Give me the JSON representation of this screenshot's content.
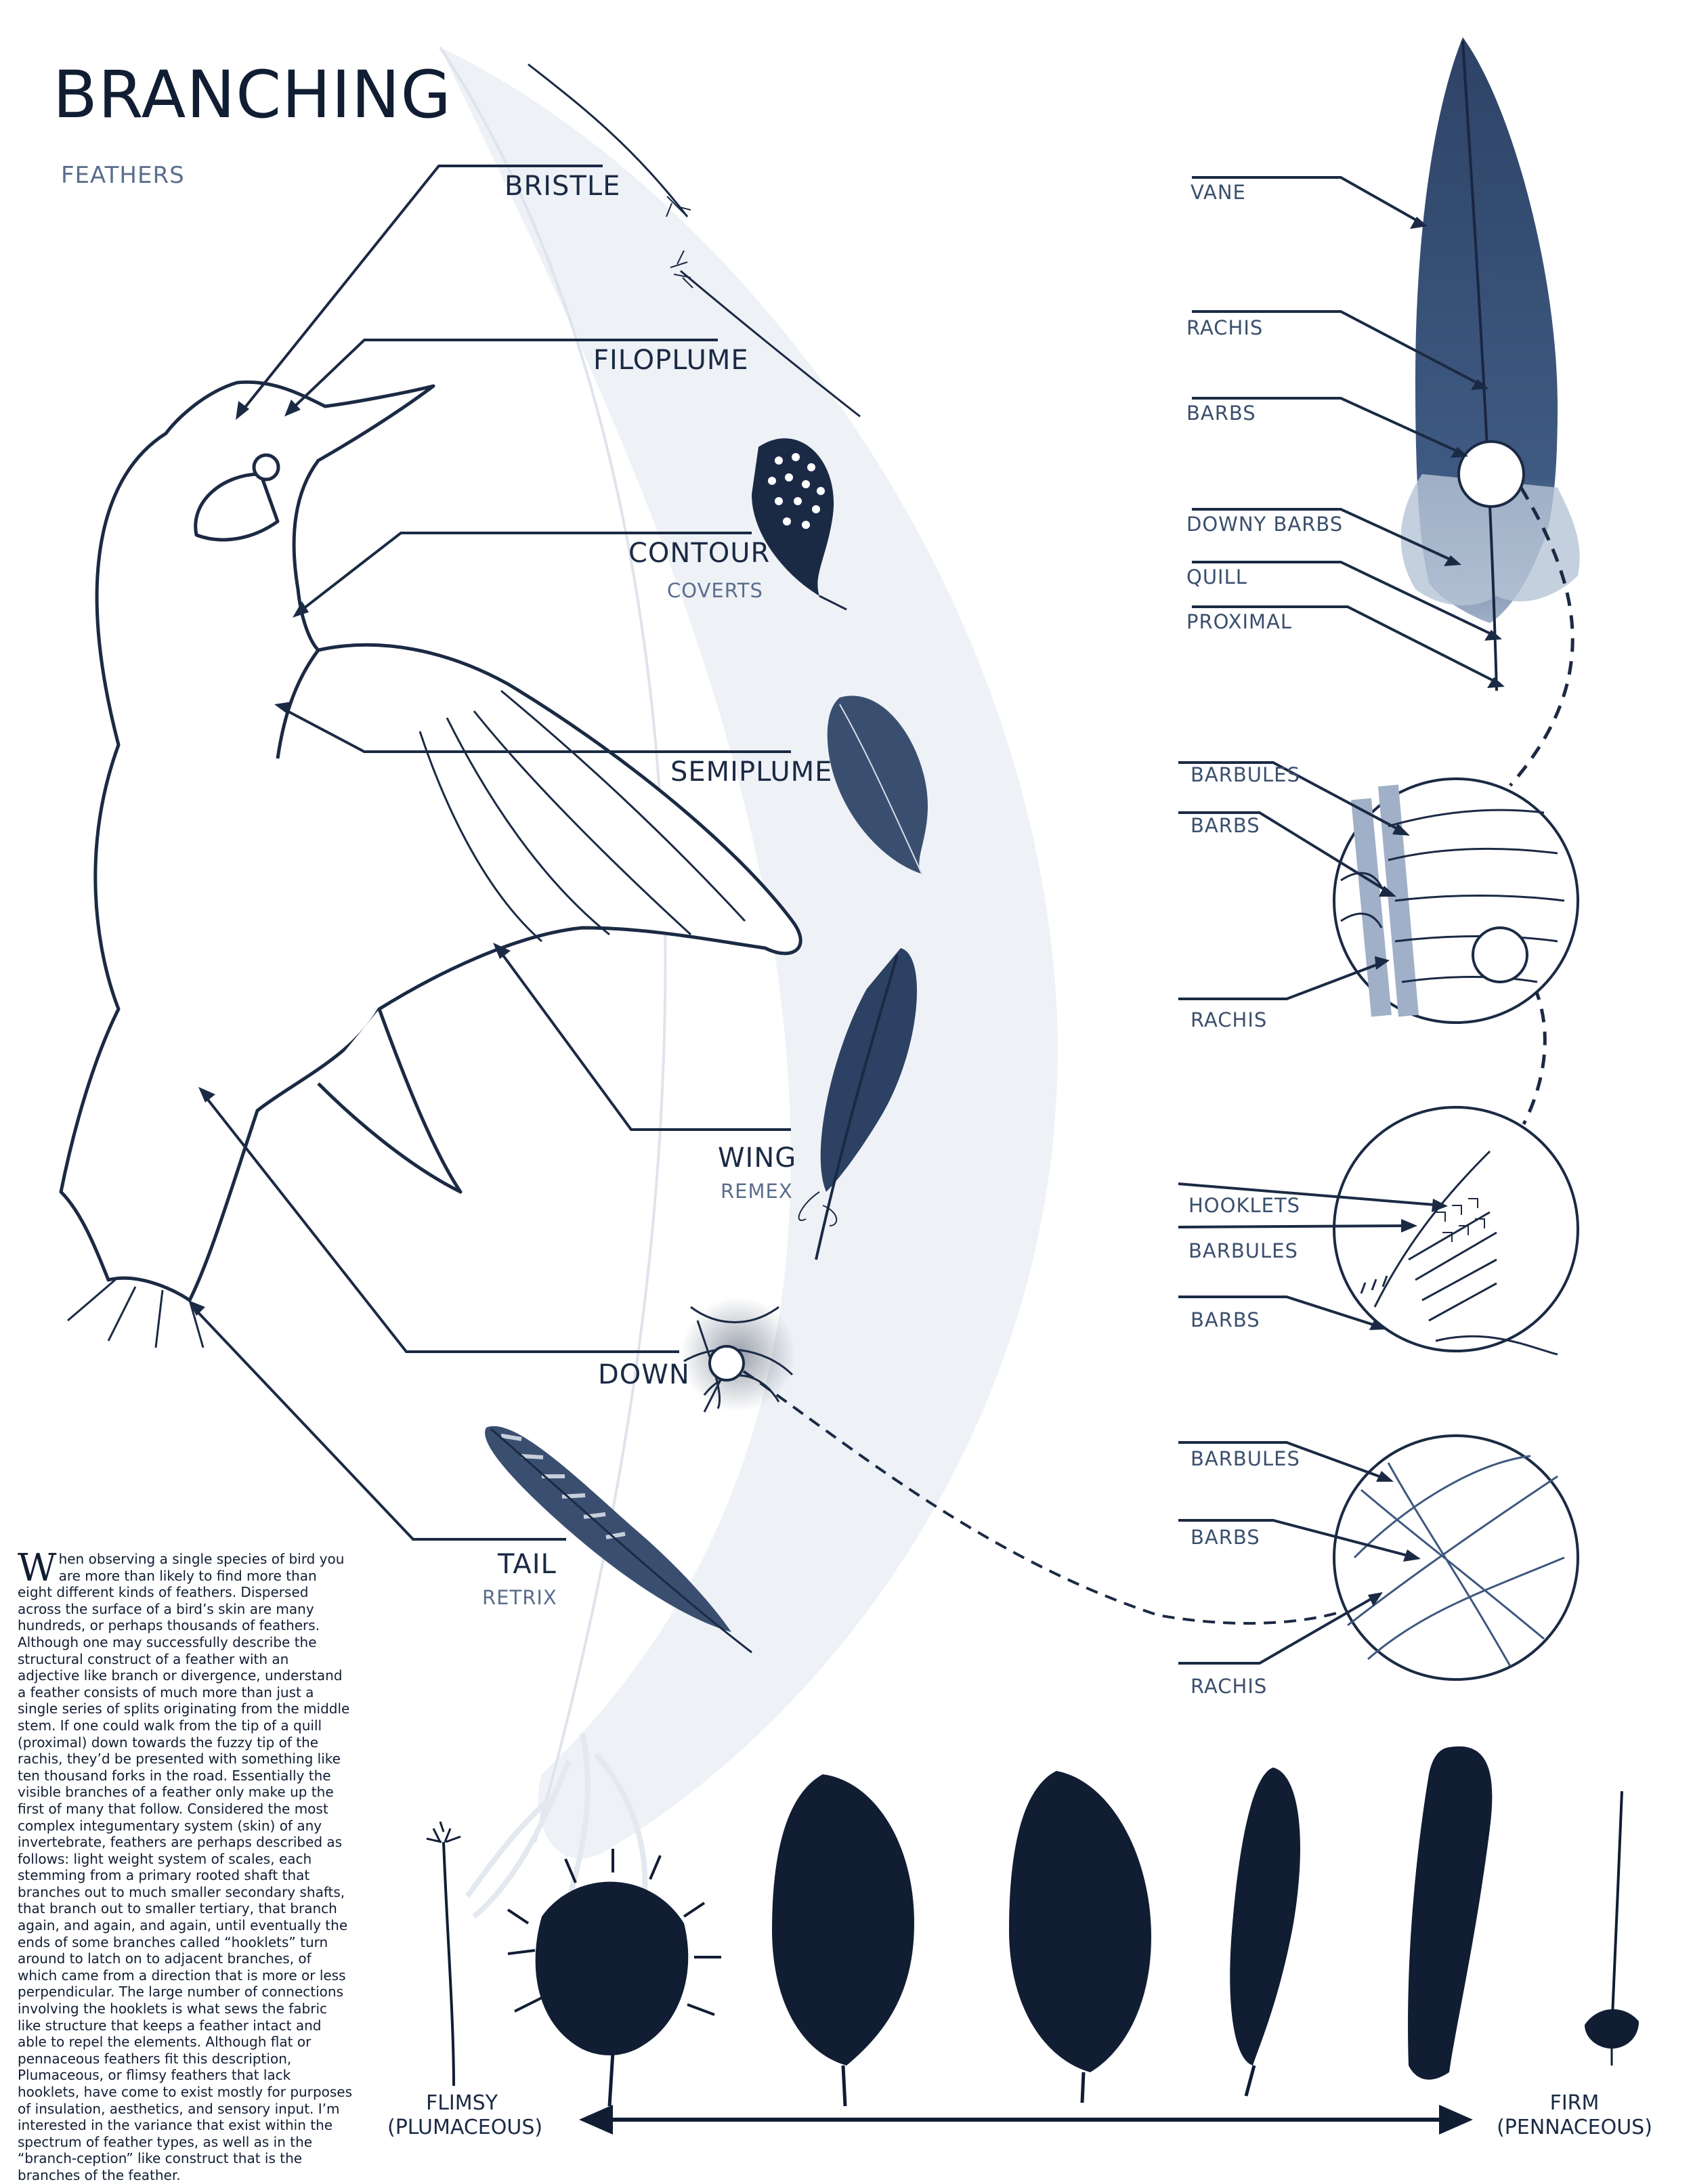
{
  "title": "BRANCHING",
  "subtitle": "FEATHERS",
  "colors": {
    "navy": "#111d33",
    "ink": "#1b2a44",
    "slate": "#5a6e8c",
    "steel": "#3e587e",
    "pale": "#e7ebf1"
  },
  "feather_types": [
    {
      "name": "BRISTLE",
      "sub": ""
    },
    {
      "name": "FILOPLUME",
      "sub": ""
    },
    {
      "name": "CONTOUR",
      "sub": "COVERTS"
    },
    {
      "name": "SEMIPLUME",
      "sub": ""
    },
    {
      "name": "WING",
      "sub": "REMEX"
    },
    {
      "name": "DOWN",
      "sub": ""
    },
    {
      "name": "TAIL",
      "sub": "RETRIX"
    }
  ],
  "anatomy": {
    "feather_parts": [
      "VANE",
      "RACHIS",
      "BARBS",
      "DOWNY BARBS",
      "QUILL",
      "PROXIMAL"
    ],
    "zoom1": [
      "BARBULES",
      "BARBS",
      "RACHIS"
    ],
    "zoom2": [
      "HOOKLETS",
      "BARBULES",
      "BARBS"
    ],
    "zoom3": [
      "BARBULES",
      "BARBS",
      "RACHIS"
    ]
  },
  "essay": {
    "drop_cap": "W",
    "text": "hen observing a single species of bird you are more than likely to find more than eight different kinds of feathers. Dispersed across the surface of a bird’s skin are many hundreds, or perhaps thousands of feathers. Although one may successfully describe the structural construct of a feather with an adjective like branch or divergence, understand a feather consists of much more than just a single series of splits originating from the middle stem. If one could walk from the tip of a quill (proximal) down towards the fuzzy tip of the rachis, they’d be presented with something like ten thousand forks in the road. Essentially the visible branches of a feather only make up the first of many that follow. Considered the most complex integumentary system (skin) of any invertebrate, feathers are perhaps described as follows: light weight system of scales, each stemming from a primary rooted shaft that branches out to much smaller secondary shafts, that branch out to smaller tertiary, that branch again, and again, and again, until eventually the ends of some branches called “hooklets” turn around to latch on to adjacent branches, of which came from a direction that is more or less perpendicular. The large number of connections involving the hooklets is what sews the fabric like structure that keeps a feather intact and able to repel the elements. Although flat or pennaceous feathers fit this description, Plumaceous, or flimsy feathers that lack hooklets, have come to exist mostly for purposes of insulation, aesthetics, and sensory input. I’m interested in the variance that exist within the spectrum of feather types, as well as in the “branch-ception” like construct that is the branches of the feather."
  },
  "scale": {
    "left": "FLIMSY",
    "left_sub": "(PLUMACEOUS)",
    "right": "FIRM",
    "right_sub": "(PENNACEOUS)"
  }
}
